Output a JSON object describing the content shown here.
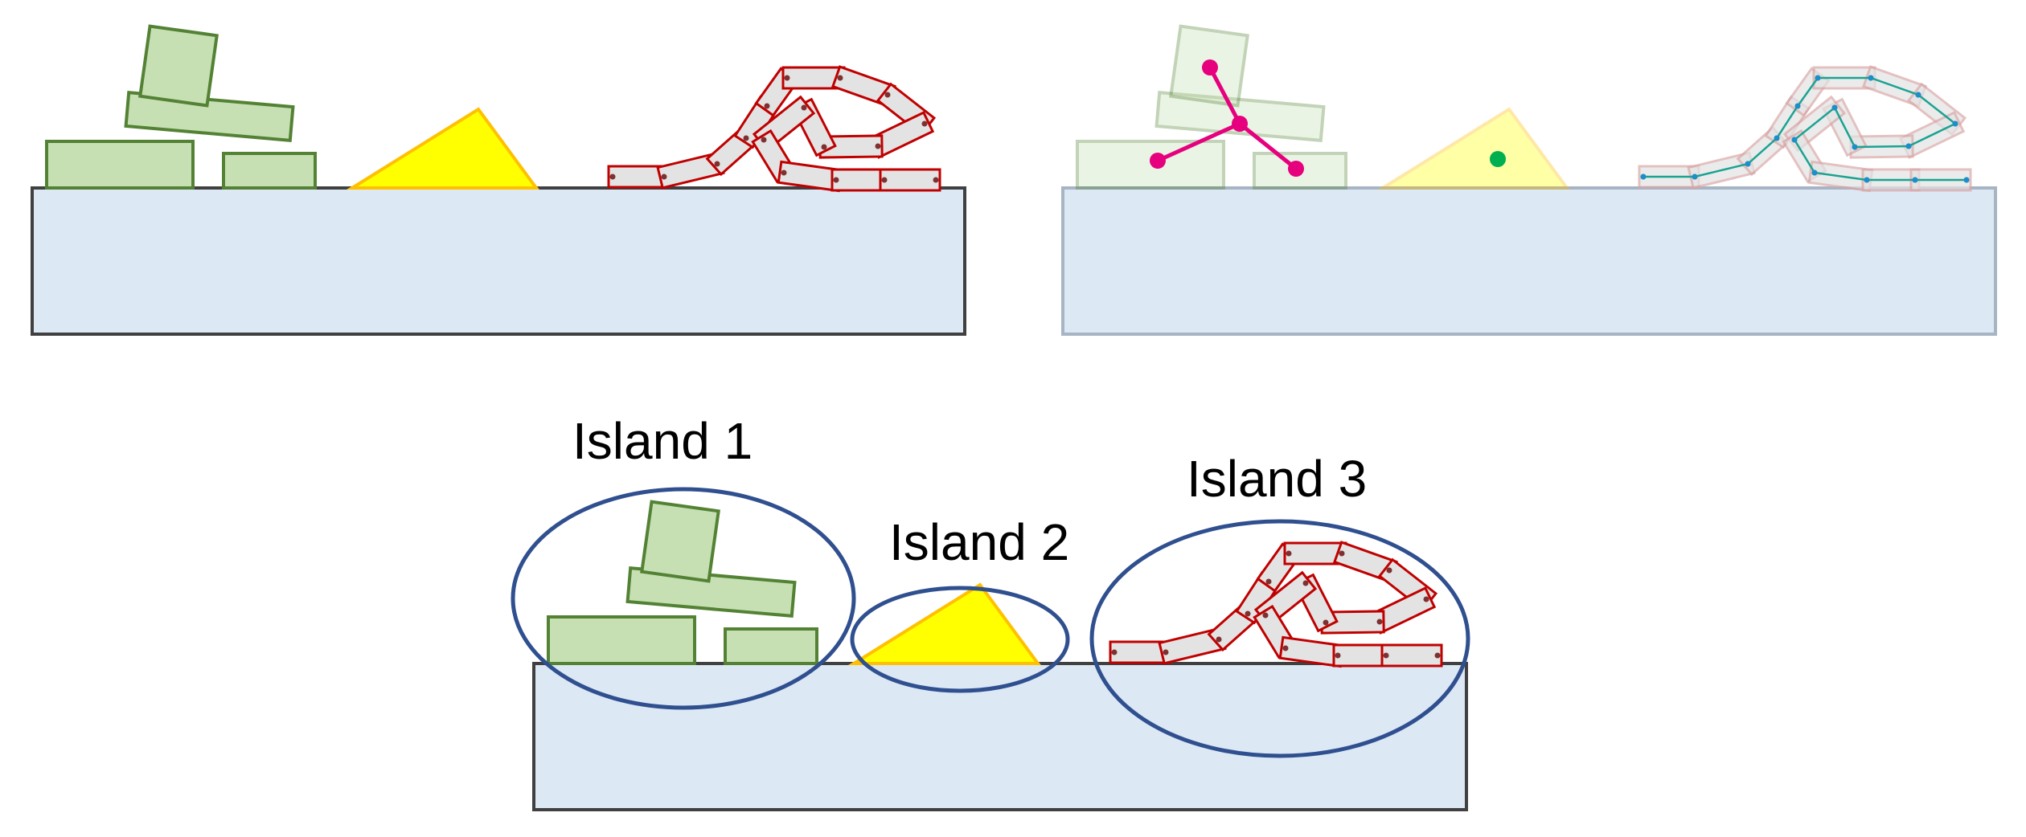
{
  "colors": {
    "ground_fill": "#dde8f5",
    "ground_stroke": "#404040",
    "ground_stroke_faded": "#a7b4c4",
    "block_fill": "#c6e0b4",
    "block_stroke": "#548235",
    "triangle_fill": "#ffff00",
    "triangle_stroke": "#ffc000",
    "chain_fill": "#e3e3e3",
    "chain_stroke": "#c00000",
    "pin_color": "#7f3030",
    "graph_edge_magenta": "#e6007e",
    "graph_edge_teal": "#1aa391",
    "graph_node_teal": "#1a8fc9",
    "centroid_green": "#00b050",
    "ellipse_stroke": "#2f4f8f"
  },
  "panels": [
    {
      "id": "top-left",
      "description_role": "original-scene"
    },
    {
      "id": "top-right",
      "description_role": "connectivity-graph"
    },
    {
      "id": "bottom",
      "description_role": "islands"
    }
  ],
  "islands": [
    {
      "label": "Island 1"
    },
    {
      "label": "Island 2"
    },
    {
      "label": "Island 3"
    }
  ]
}
